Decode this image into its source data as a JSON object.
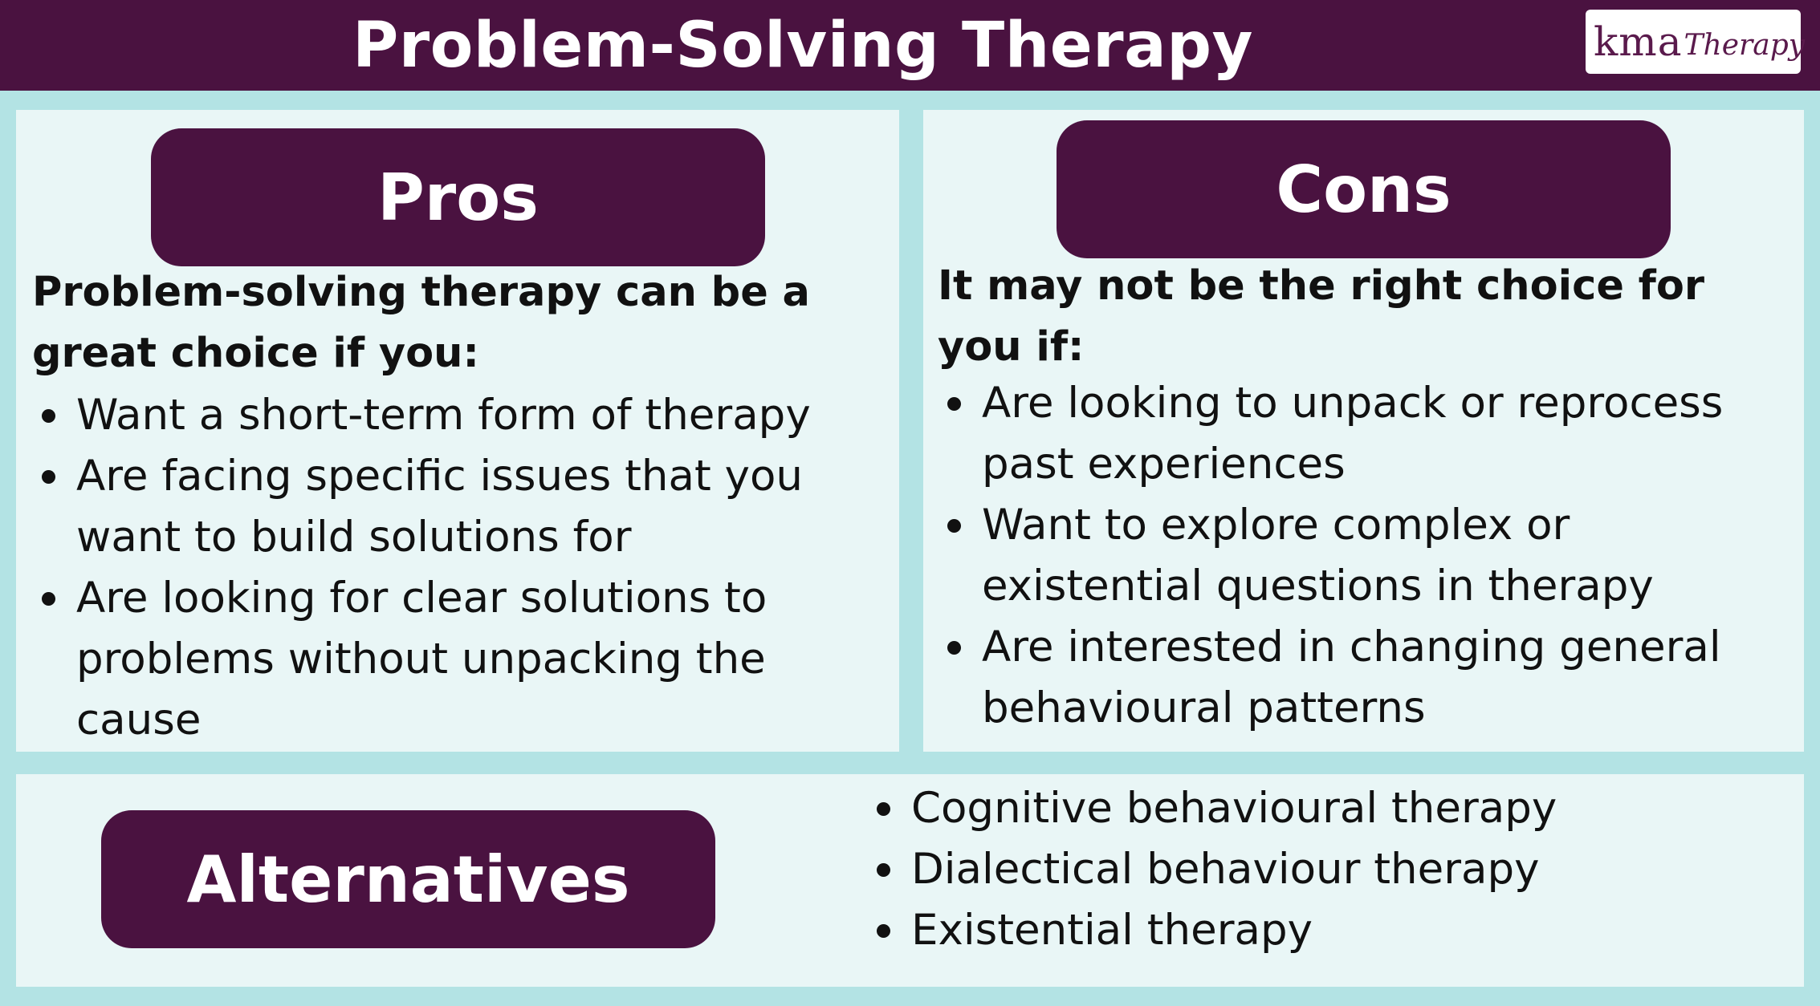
{
  "header": {
    "title": "Problem-Solving Therapy",
    "logo": {
      "primary": "kma",
      "secondary": "Therapy"
    }
  },
  "pros": {
    "heading": "Pros",
    "intro": "Problem-solving therapy can be a great choice if you:",
    "items": [
      "Want a short-term form of therapy",
      "Are facing specific issues that you want to build solutions for",
      "Are looking for clear solutions to problems without unpacking the cause"
    ]
  },
  "cons": {
    "heading": "Cons",
    "intro": "It may not be the right choice for you if:",
    "items": [
      "Are looking to unpack or reprocess past experiences",
      "Want to explore complex or existential questions in therapy",
      "Are interested in changing general behavioural patterns"
    ]
  },
  "alternatives": {
    "heading": "Alternatives",
    "items": [
      "Cognitive behavioural therapy",
      "Dialectical behaviour therapy",
      "Existential therapy"
    ]
  },
  "colors": {
    "brand": "#4a1240",
    "background": "#b3e3e4",
    "panel": "#e9f6f6"
  }
}
